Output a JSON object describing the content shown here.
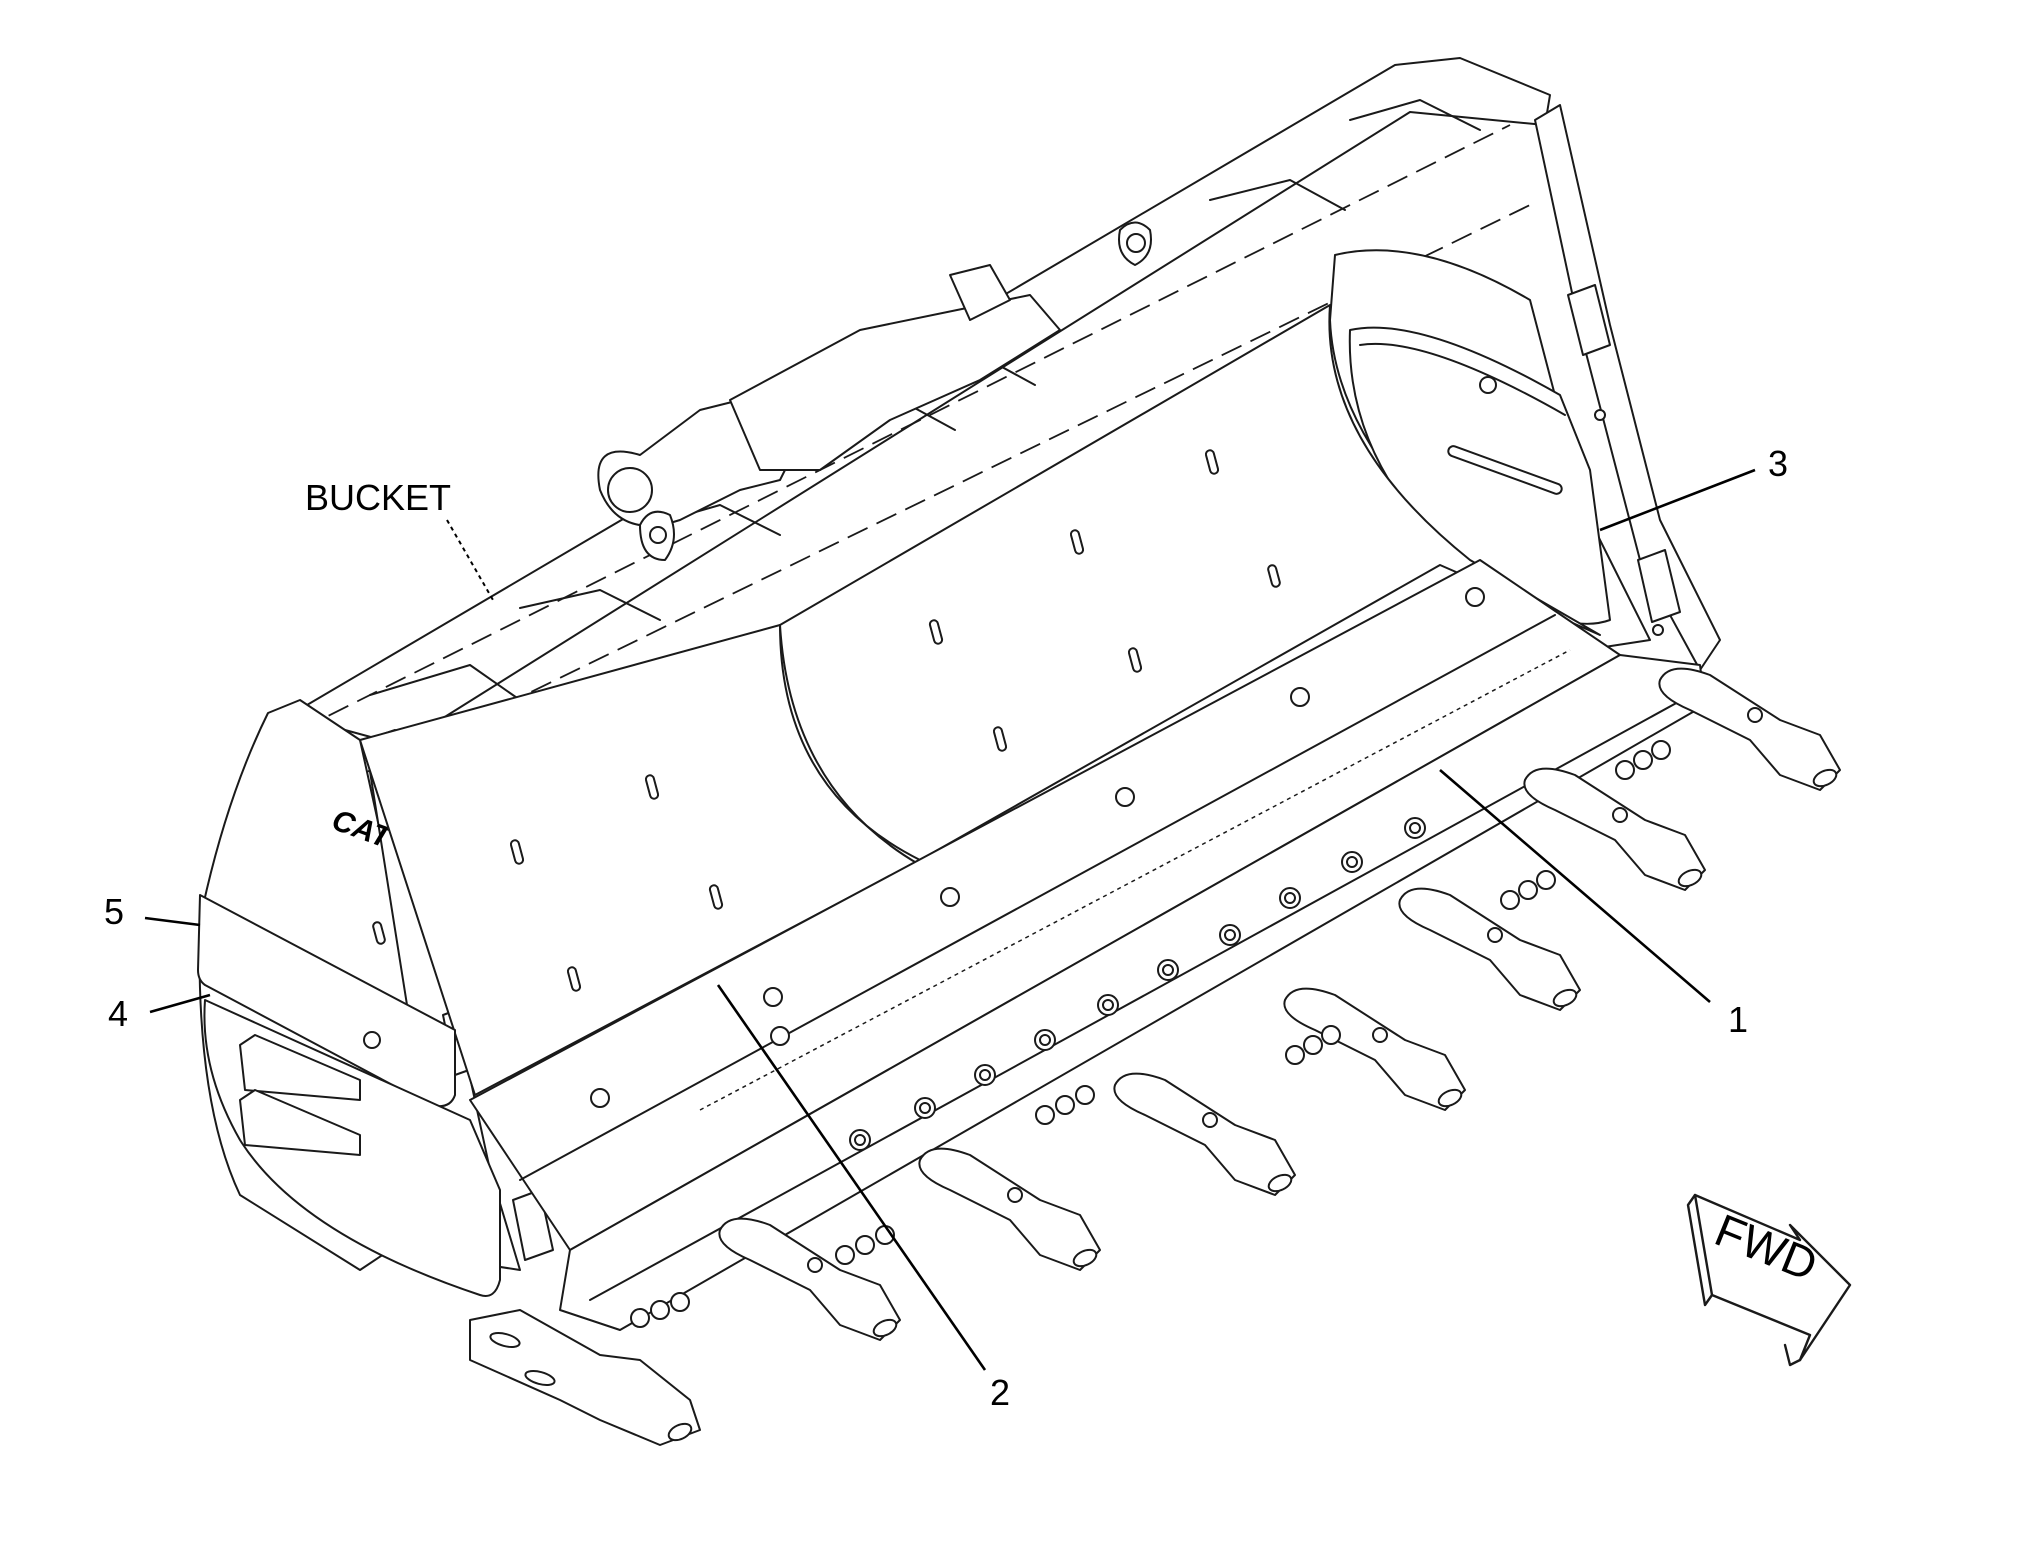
{
  "labels": {
    "bucket": "BUCKET",
    "callout_1": "1",
    "callout_2": "2",
    "callout_3": "3",
    "callout_4": "4",
    "callout_5": "5",
    "direction": "FWD",
    "logo": "CAT"
  },
  "icons": {
    "direction_arrow": "fwd-arrow-icon"
  }
}
